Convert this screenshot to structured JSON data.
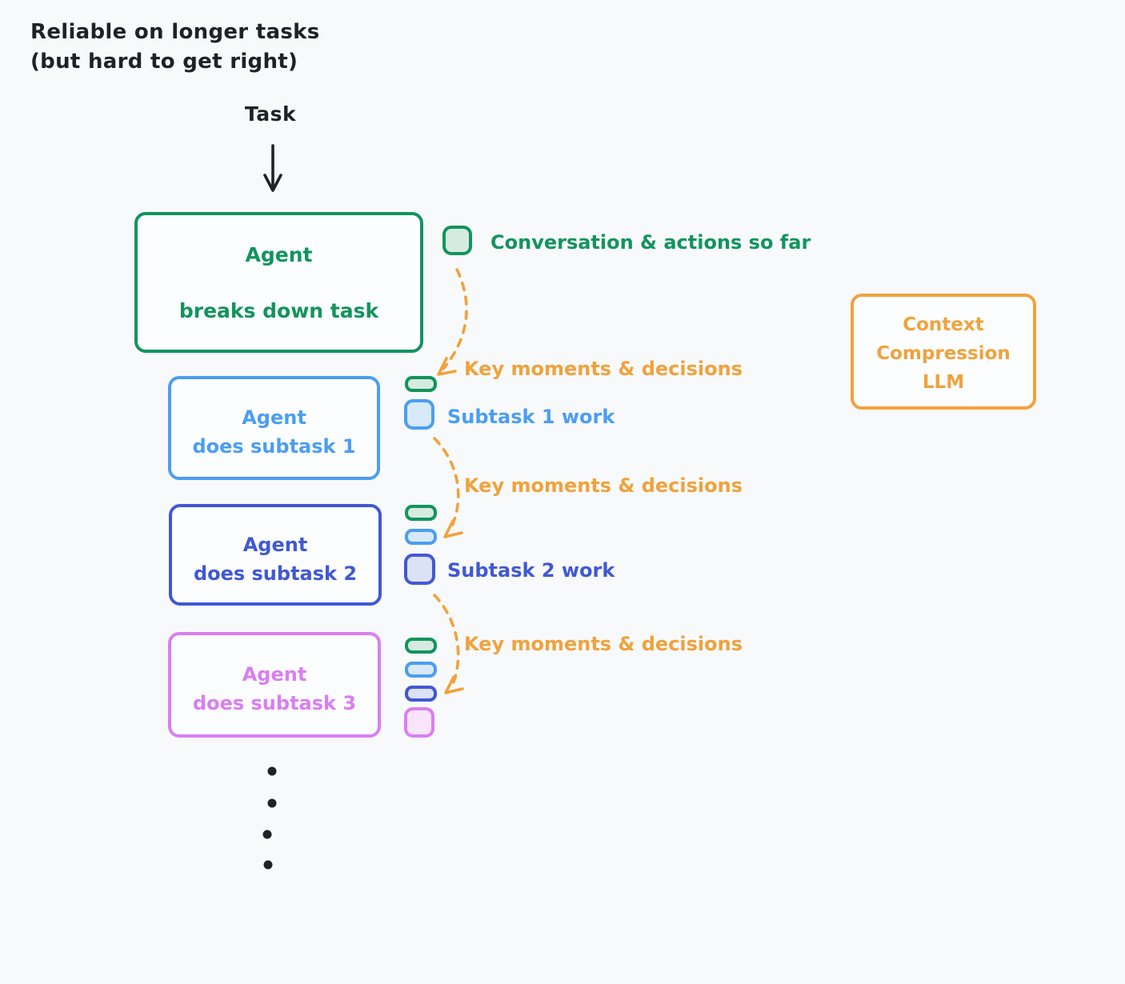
{
  "title": {
    "line1": "Reliable on longer tasks",
    "line2": "(but hard to get right)"
  },
  "task": {
    "label": "Task"
  },
  "boxes": {
    "main_agent": {
      "line1": "Agent",
      "line2": "breaks down task"
    },
    "subtask1": {
      "line1": "Agent",
      "line2": "does subtask 1"
    },
    "subtask2": {
      "line1": "Agent",
      "line2": "does subtask 2"
    },
    "subtask3": {
      "line1": "Agent",
      "line2": "does subtask 3"
    },
    "context_llm": {
      "line1": "Context",
      "line2": "Compression",
      "line3": "LLM"
    }
  },
  "annotations": {
    "conversation": "Conversation & actions so far",
    "key_moments": "Key moments & decisions",
    "subtask1_work": "Subtask 1 work",
    "subtask2_work": "Subtask 2 work"
  },
  "icons": {
    "task_arrow": "arrow-down",
    "compression_arrow": "dashed-curved-arrow-down-left",
    "conversation_token": "green-rounded-square",
    "key_moment_token_green": "green-pill",
    "key_moment_token_blue": "blue-pill",
    "key_moment_token_indigo": "indigo-pill",
    "subtask1_token": "blue-rounded-square",
    "subtask2_token": "indigo-rounded-square",
    "subtask3_token": "violet-rounded-square",
    "continuation": "vertical-ellipsis-dots"
  },
  "colors": {
    "background": "#f8f9fb",
    "ink": "#1e2126",
    "green": "#12945e",
    "blue": "#4b9ef1",
    "indigo": "#4058d4",
    "violet": "#d97ef2",
    "orange": "#f0a23c",
    "green_fill": "#d6ebdf",
    "blue_fill": "#d8e9fa",
    "indigo_fill": "#dde1f7",
    "violet_fill": "#f8e4fb"
  }
}
